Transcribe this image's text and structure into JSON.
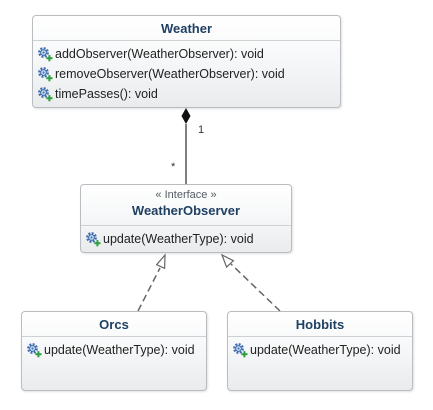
{
  "diagram": {
    "classes": {
      "weather": {
        "name": "Weather",
        "operations": [
          "addObserver(WeatherObserver): void",
          "removeObserver(WeatherObserver): void",
          "timePasses(): void"
        ]
      },
      "weather_observer": {
        "stereotype": "« Interface »",
        "name": "WeatherObserver",
        "operations": [
          "update(WeatherType): void"
        ]
      },
      "orcs": {
        "name": "Orcs",
        "operations": [
          "update(WeatherType): void"
        ]
      },
      "hobbits": {
        "name": "Hobbits",
        "operations": [
          "update(WeatherType): void"
        ]
      }
    },
    "relations": {
      "composition": {
        "from": "Weather",
        "to": "WeatherObserver",
        "source_multiplicity": "1",
        "target_multiplicity": "*"
      },
      "realizations": [
        {
          "from": "Orcs",
          "to": "WeatherObserver"
        },
        {
          "from": "Hobbits",
          "to": "WeatherObserver"
        }
      ]
    },
    "colors": {
      "class_title": "#1f3f63",
      "border": "#b9bcc0",
      "icon_gear": "#3f6fb0",
      "icon_plus": "#2e9e3e"
    },
    "icons": {
      "operation": "operation-gear-plus-icon"
    }
  }
}
